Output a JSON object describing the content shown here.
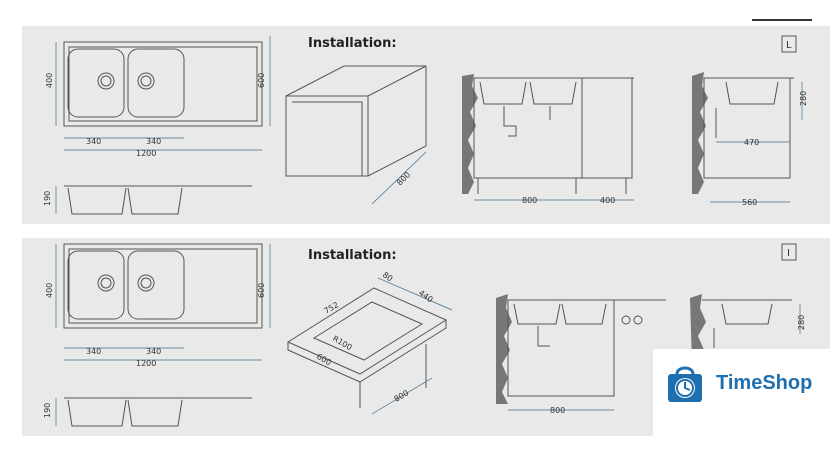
{
  "panels": [
    {
      "installation_label": "Installation:",
      "variant_badge": "L",
      "dims": {
        "depth": "400",
        "width_total": "1200",
        "bowl_left": "340",
        "bowl_right": "340",
        "height_right": "600",
        "side_height": "190",
        "cabinet_depth": "800",
        "base_left": "800",
        "base_right": "400",
        "side_height_right": "280",
        "side_depth": "470",
        "side_base": "560"
      }
    },
    {
      "installation_label": "Installation:",
      "variant_badge": "I",
      "dims": {
        "depth": "400",
        "width_total": "1200",
        "bowl_left": "340",
        "bowl_right": "340",
        "height_right": "600",
        "side_height": "190",
        "cut_80": "80",
        "cut_440": "440",
        "cut_752": "752",
        "cut_r100": "R100",
        "cut_600": "600",
        "cut_800": "800",
        "base_800": "800",
        "side_height_right": "280"
      }
    }
  ],
  "logo": {
    "text": "TimeShop",
    "icon": "shopping-bag-clock-icon",
    "color": "#1e6fb0"
  }
}
